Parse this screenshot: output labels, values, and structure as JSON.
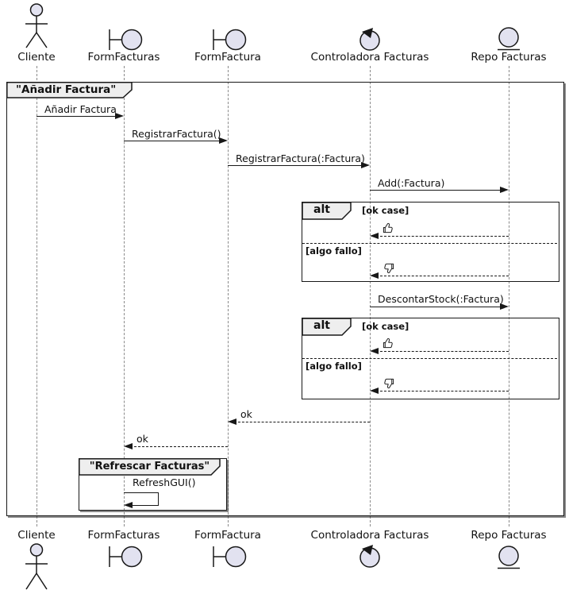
{
  "colors": {
    "participant_fill": "#E2E2F0",
    "stroke": "#181818",
    "frame_tab_bg": "#EEEEEE",
    "lifeline": "#8A8A8A",
    "background": "#FFFFFF"
  },
  "frame": {
    "title": "\"Añadir Factura\""
  },
  "inner_frame": {
    "title": "\"Refrescar Facturas\""
  },
  "participants": [
    {
      "name": "Cliente",
      "type": "actor"
    },
    {
      "name": "FormFacturas",
      "type": "boundary"
    },
    {
      "name": "FormFactura",
      "type": "boundary"
    },
    {
      "name": "Controladora Facturas",
      "type": "control"
    },
    {
      "name": "Repo Facturas",
      "type": "entity"
    }
  ],
  "messages": {
    "anadir_factura": {
      "label": "Añadir Factura",
      "from": "Cliente",
      "to": "FormFacturas",
      "kind": "solid"
    },
    "registrar_factura": {
      "label": "RegistrarFactura()",
      "from": "FormFacturas",
      "to": "FormFactura",
      "kind": "solid"
    },
    "registrar_factura_arg": {
      "label": "RegistrarFactura(:Factura)",
      "from": "FormFactura",
      "to": "Controladora Facturas",
      "kind": "solid"
    },
    "add_factura": {
      "label": "Add(:Factura)",
      "from": "Controladora Facturas",
      "to": "Repo Facturas",
      "kind": "solid"
    },
    "descontar_stock": {
      "label": "DescontarStock(:Factura)",
      "from": "Controladora Facturas",
      "to": "Repo Facturas",
      "kind": "solid"
    },
    "ok_to_formfactura": {
      "label": "ok",
      "from": "Controladora Facturas",
      "to": "FormFactura",
      "kind": "return"
    },
    "ok_to_formfacturas": {
      "label": "ok",
      "from": "FormFactura",
      "to": "FormFacturas",
      "kind": "return"
    },
    "refresh_gui": {
      "label": "RefreshGUI()",
      "from": "FormFacturas",
      "to": "FormFacturas",
      "kind": "self"
    }
  },
  "fragments": [
    {
      "operator": "alt",
      "sections": [
        {
          "guard": "[ok case]",
          "response_icon": "thumbs-up"
        },
        {
          "guard": "[algo fallo]",
          "response_icon": "thumbs-down"
        }
      ]
    },
    {
      "operator": "alt",
      "sections": [
        {
          "guard": "[ok case]",
          "response_icon": "thumbs-up"
        },
        {
          "guard": "[algo fallo]",
          "response_icon": "thumbs-down"
        }
      ]
    }
  ]
}
